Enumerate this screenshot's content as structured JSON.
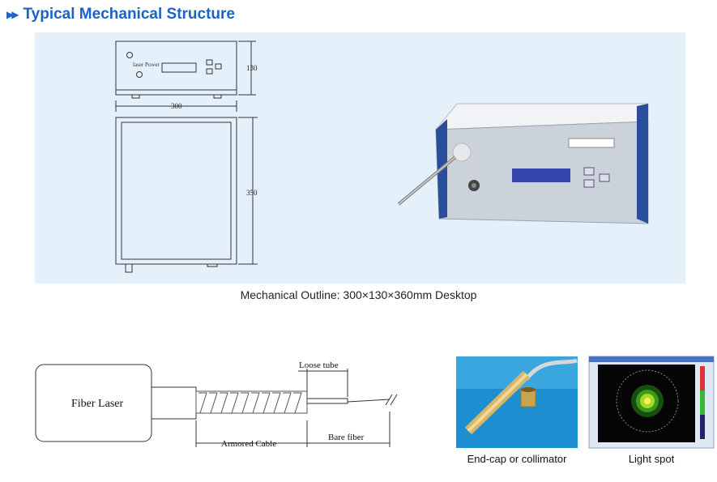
{
  "heading": {
    "title": "Typical Mechanical Structure",
    "bullet_icon": "double-arrow-icon"
  },
  "outline_drawing": {
    "height_dim": "130",
    "width_dim": "300",
    "depth_dim": "350"
  },
  "caption_outline": "Mechanical Outline: 300×130×360mm Desktop",
  "fiber_diagram": {
    "box_label": "Fiber Laser",
    "loose_tube": "Loose tube",
    "armored": "Armored Cable",
    "bare_fiber": "Bare fiber"
  },
  "photos": {
    "endcap_caption": "End-cap or collimator",
    "spot_caption": "Light spot"
  },
  "colors": {
    "accent": "#1a63c8",
    "panel": "#e4f1fb"
  }
}
